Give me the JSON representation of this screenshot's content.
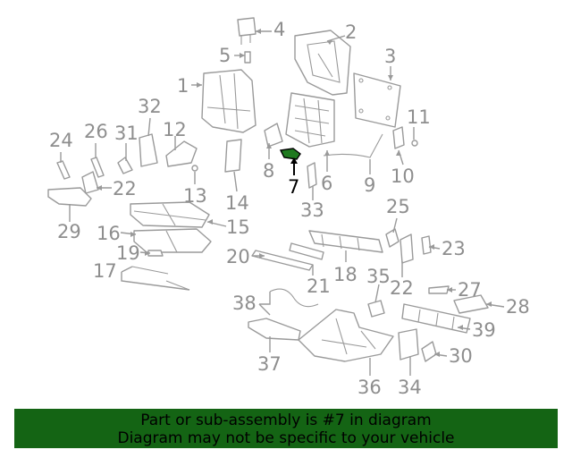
{
  "callouts": [
    "1",
    "2",
    "3",
    "4",
    "5",
    "6",
    "7",
    "8",
    "9",
    "10",
    "11",
    "12",
    "13",
    "14",
    "15",
    "16",
    "17",
    "18",
    "19",
    "20",
    "21",
    "22",
    "22",
    "23",
    "24",
    "25",
    "26",
    "27",
    "28",
    "29",
    "30",
    "31",
    "32",
    "33",
    "34",
    "35",
    "36",
    "37",
    "38",
    "39"
  ],
  "highlight_part": "7",
  "colors": {
    "highlight_part": "#1f7a1f",
    "banner_bg": "#146414",
    "line": "#9a9a9a",
    "label": "#8e8e8e"
  },
  "banner": {
    "line1": "Part or sub-assembly is #7 in diagram",
    "line2": "Diagram may not be specific to your vehicle"
  }
}
